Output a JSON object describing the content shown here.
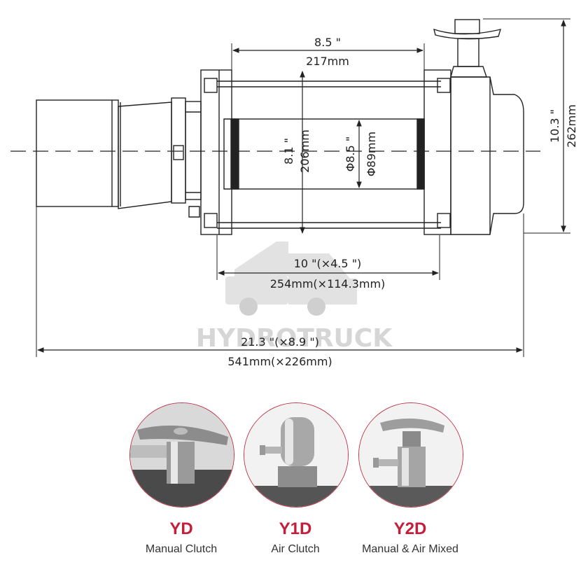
{
  "dimensions": {
    "drum_len_in": "8.5 \"",
    "drum_len_mm": "217mm",
    "drum_flange_in": "8.1 \"",
    "drum_flange_mm": "206mm",
    "barrel_in": "Φ8.5 \"",
    "barrel_mm": "Φ89mm",
    "height_in": "10.3 \"",
    "height_mm": "262mm",
    "mount_in": "10 \"(×4.5 \")",
    "mount_mm": "254mm(×114.3mm)",
    "total_in": "21.3 \"(×8.9 \")",
    "total_mm": "541mm(×226mm)"
  },
  "watermark": {
    "text": "HYDROTRUCK"
  },
  "clutch_options": [
    {
      "code": "YD",
      "label": "Manual Clutch",
      "icon": "t-handle-clutch-photo"
    },
    {
      "code": "Y1D",
      "label": "Air Clutch",
      "icon": "air-valve-clutch-photo"
    },
    {
      "code": "Y2D",
      "label": "Manual & Air Mixed",
      "icon": "mixed-clutch-photo"
    }
  ],
  "colors": {
    "accent": "#c41e3a",
    "line": "#222222",
    "ring": "#c0344a"
  }
}
